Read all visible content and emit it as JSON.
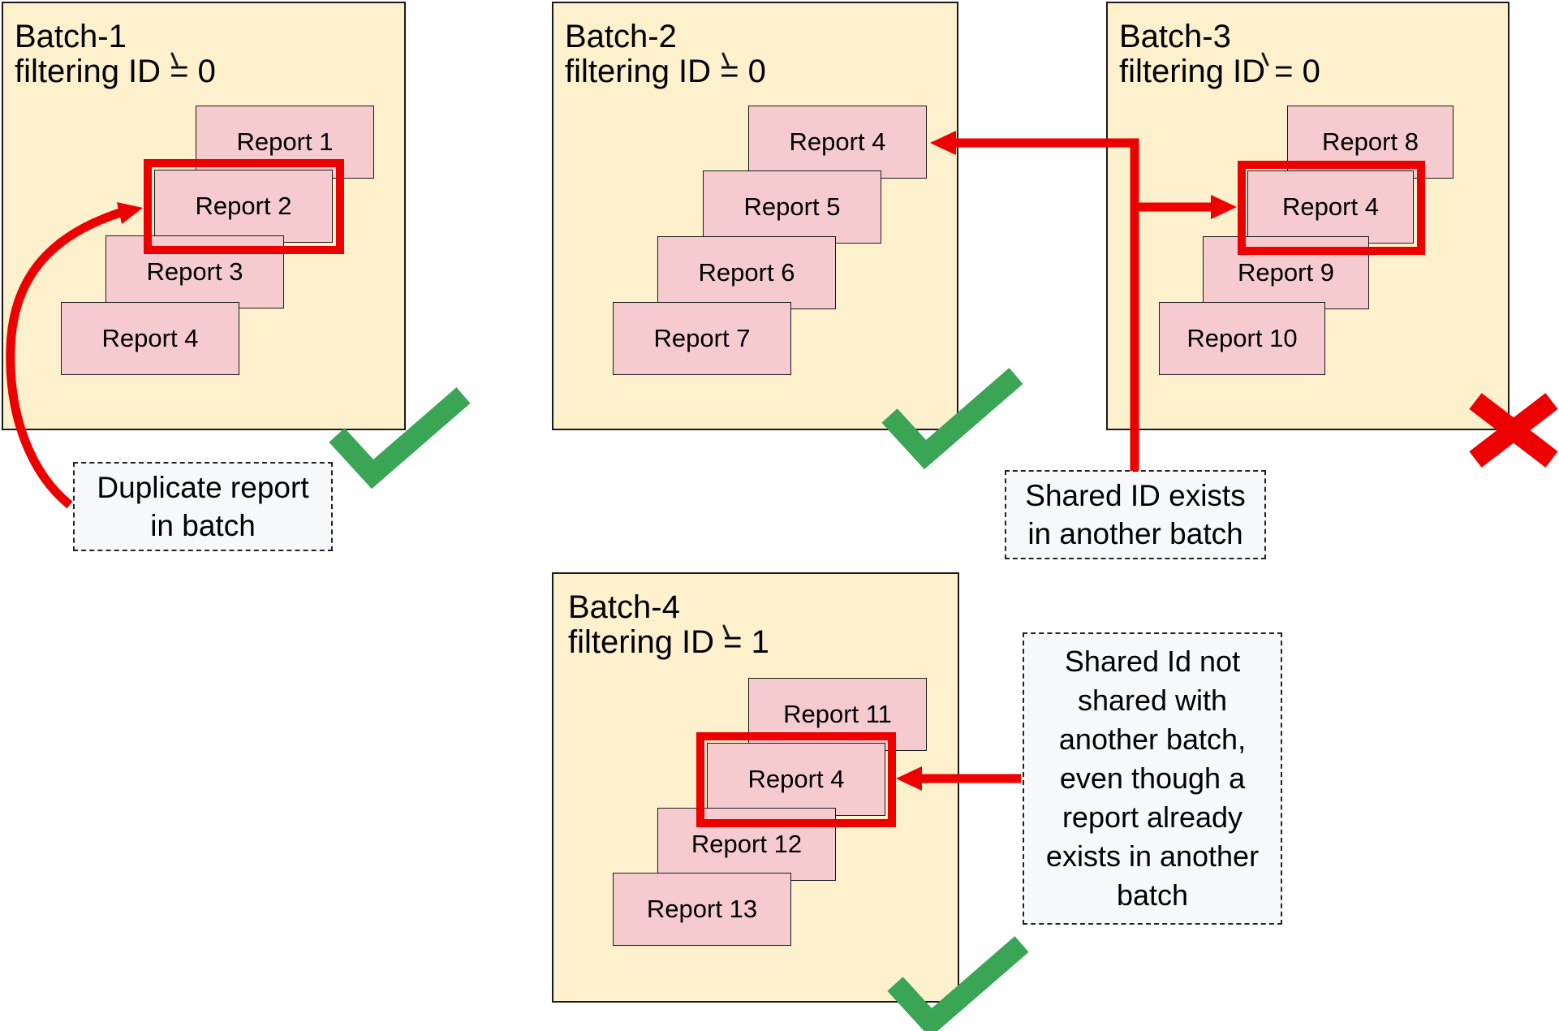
{
  "diagram": {
    "batches": [
      {
        "title": "Batch-1\nfiltering ID = 0",
        "status": "valid",
        "reports": [
          {
            "label": "Report 1",
            "highlighted": false
          },
          {
            "label": "Report 2",
            "highlighted": true
          },
          {
            "label": "Report 3",
            "highlighted": false
          },
          {
            "label": "Report 4",
            "highlighted": false
          }
        ]
      },
      {
        "title": "Batch-2\nfiltering ID = 0",
        "status": "valid",
        "reports": [
          {
            "label": "Report 4",
            "highlighted": false
          },
          {
            "label": "Report 5",
            "highlighted": false
          },
          {
            "label": "Report 6",
            "highlighted": false
          },
          {
            "label": "Report 7",
            "highlighted": false
          }
        ]
      },
      {
        "title": "Batch-3\nfiltering ID = 0",
        "status": "invalid",
        "reports": [
          {
            "label": "Report 8",
            "highlighted": false
          },
          {
            "label": "Report 4",
            "highlighted": true
          },
          {
            "label": "Report 9",
            "highlighted": false
          },
          {
            "label": "Report 10",
            "highlighted": false
          }
        ]
      },
      {
        "title": "Batch-4\nfiltering ID = 1",
        "status": "valid",
        "reports": [
          {
            "label": "Report 11",
            "highlighted": false
          },
          {
            "label": "Report 4",
            "highlighted": true
          },
          {
            "label": "Report 12",
            "highlighted": false
          },
          {
            "label": "Report 13",
            "highlighted": false
          }
        ]
      }
    ],
    "annotations": {
      "duplicate": {
        "text": "Duplicate report\nin batch"
      },
      "shared_exists": {
        "text": "Shared ID exists\nin another batch"
      },
      "shared_not": {
        "text": "Shared Id not\nshared with\nanother batch,\neven though a\nreport already\nexists in another\nbatch"
      }
    },
    "icons": {
      "pass": "checkmark-icon",
      "fail": "x-icon"
    },
    "colors": {
      "batch_fill": "#FDF0CC",
      "batch_border": "#1A1A1A",
      "report_fill": "#F6CBD0",
      "report_border": "#1A1A1A",
      "highlight_red": "#EC0000",
      "success_green": "#3AA655",
      "annotation_fill": "#F7F8F9",
      "annotation_border": "#222222"
    }
  }
}
